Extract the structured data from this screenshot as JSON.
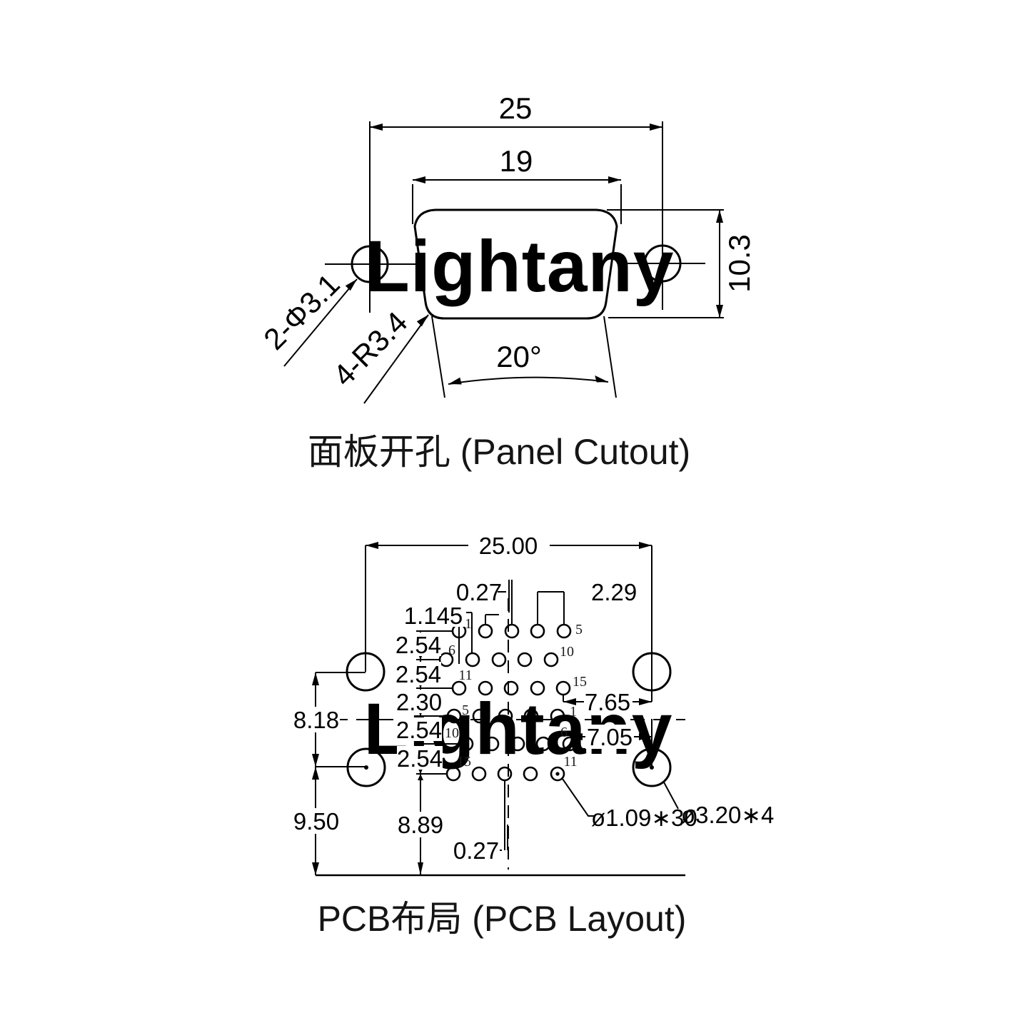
{
  "watermark": {
    "text": "Lightany",
    "color": "#f6c9c9"
  },
  "panel": {
    "caption": "面板开孔 (Panel Cutout)",
    "dim_25": "25",
    "dim_19": "19",
    "dim_10_3": "10.3",
    "dim_angle": "20°",
    "label_holes": "2-Φ3.1",
    "label_radius": "4-R3.4"
  },
  "pcb": {
    "caption": "PCB布局 (PCB Layout)",
    "dim_width": "25.00",
    "dim_offset_top": "0.27",
    "dim_pitch": "2.29",
    "dim_stagger": "1.145",
    "dim_r12": "2.54",
    "dim_r23": "2.54",
    "dim_r34": "2.30",
    "dim_r45": "2.54",
    "dim_r56": "2.54",
    "dim_mount": "8.18",
    "dim_7_65": "7.65",
    "dim_7_05": "7.05",
    "dim_9_50": "9.50",
    "dim_8_89": "8.89",
    "dim_offset_bottom": "0.27",
    "label_pin_hole": "ø1.09∗30",
    "label_mount_hole": "ø3.20∗4",
    "pins": {
      "p1": "1",
      "p5": "5",
      "p6": "6",
      "p10": "10",
      "p11": "11",
      "p15": "15",
      "q5": "5",
      "q1": "1",
      "q10": "10",
      "q6": "6",
      "q15": "15",
      "q11": "11"
    }
  }
}
